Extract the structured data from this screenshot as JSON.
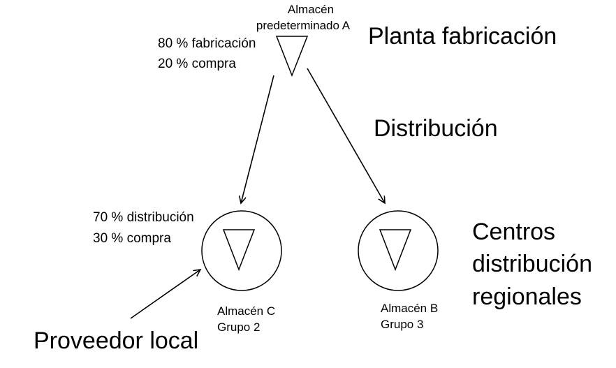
{
  "colors": {
    "ink": "#000000",
    "background": "#ffffff"
  },
  "warehouse_a": {
    "label_line1": "Almacén",
    "label_line2": "predeterminado A",
    "split_line1": "80 % fabricación",
    "split_line2": "20 % compra",
    "icon": "inverted-triangle-icon"
  },
  "warehouse_c": {
    "label_line1": "Almacén C",
    "label_line2": "Grupo 2",
    "split_line1": "70 % distribución",
    "split_line2": "30 % compra",
    "icon": "circled-inverted-triangle-icon"
  },
  "warehouse_b": {
    "label_line1": "Almacén B",
    "label_line2": "Grupo 3",
    "icon": "circled-inverted-triangle-icon"
  },
  "levels": {
    "manufacturing": "Planta fabricación",
    "distribution": "Distribución",
    "regional_line1": "Centros",
    "regional_line2": "distribución",
    "regional_line3": "regionales"
  },
  "supplier": {
    "label": "Proveedor local"
  }
}
